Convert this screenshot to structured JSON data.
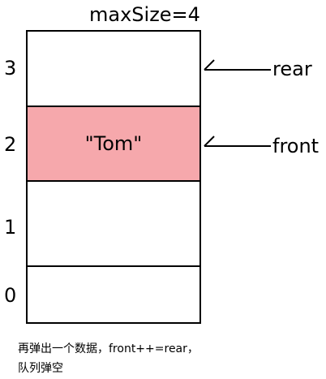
{
  "title": "maxSize=4",
  "queue": {
    "cells": [
      {
        "index": "3",
        "value": "",
        "filled": false
      },
      {
        "index": "2",
        "value": "\"Tom\"",
        "filled": true
      },
      {
        "index": "1",
        "value": "",
        "filled": false
      },
      {
        "index": "0",
        "value": "",
        "filled": false
      }
    ]
  },
  "pointers": {
    "rear": "rear",
    "front": "front"
  },
  "caption": {
    "line1": "再弹出一个数据，front++=rear，",
    "line2": "队列弹空"
  },
  "colors": {
    "filled_cell": "#f6a8ac",
    "border": "#000000"
  }
}
